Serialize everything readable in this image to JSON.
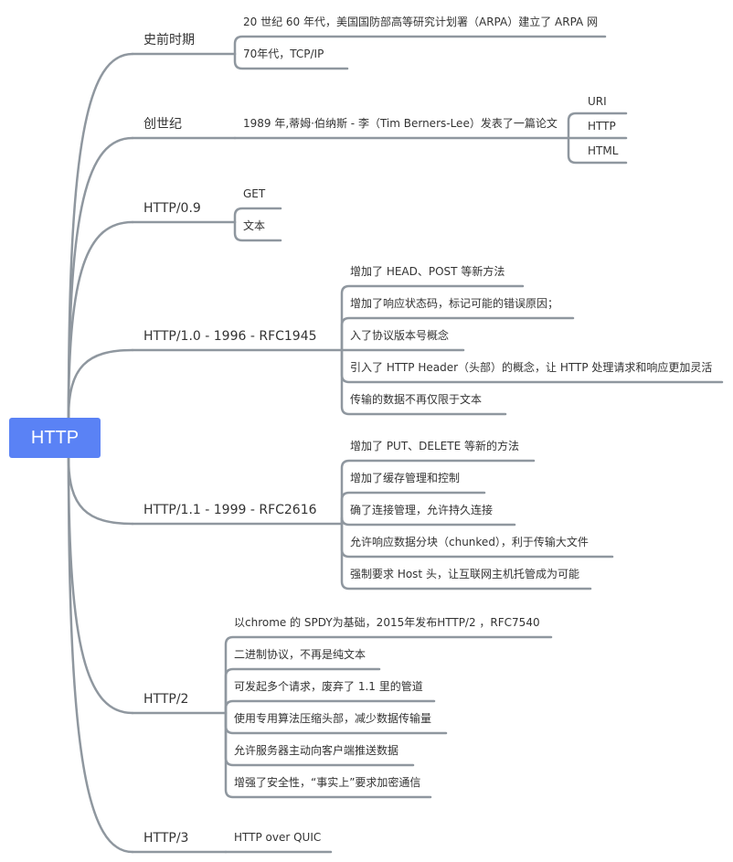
{
  "root": {
    "label": "HTTP",
    "color": "#5a82f5"
  },
  "line_color": "#8f979f",
  "branches": [
    {
      "label": "史前时期",
      "children": [
        {
          "label": "20 世纪 60 年代，美国国防部高等研究计划署（ARPA）建立了 ARPA 网",
          "children": []
        },
        {
          "label": "70年代，TCP/IP",
          "children": []
        }
      ]
    },
    {
      "label": "创世纪",
      "children": [
        {
          "label": "1989 年,蒂姆·伯纳斯 - 李（Tim Berners-Lee）发表了一篇论文",
          "children": [
            {
              "label": "URI"
            },
            {
              "label": "HTTP"
            },
            {
              "label": "HTML"
            }
          ]
        }
      ]
    },
    {
      "label": "HTTP/0.9",
      "children": [
        {
          "label": "GET",
          "children": []
        },
        {
          "label": "文本",
          "children": []
        }
      ]
    },
    {
      "label": "HTTP/1.0 - 1996 - RFC1945",
      "children": [
        {
          "label": "增加了 HEAD、POST 等新方法",
          "children": []
        },
        {
          "label": "增加了响应状态码，标记可能的错误原因；",
          "children": []
        },
        {
          "label": "入了协议版本号概念",
          "children": []
        },
        {
          "label": "引入了 HTTP Header（头部）的概念，让 HTTP 处理请求和响应更加灵活",
          "children": []
        },
        {
          "label": "传输的数据不再仅限于文本",
          "children": []
        }
      ]
    },
    {
      "label": "HTTP/1.1 - 1999 - RFC2616",
      "children": [
        {
          "label": "增加了 PUT、DELETE 等新的方法",
          "children": []
        },
        {
          "label": "增加了缓存管理和控制",
          "children": []
        },
        {
          "label": "确了连接管理，允许持久连接",
          "children": []
        },
        {
          "label": "允许响应数据分块（chunked），利于传输大文件",
          "children": []
        },
        {
          "label": "强制要求 Host 头，让互联网主机托管成为可能",
          "children": []
        }
      ]
    },
    {
      "label": "HTTP/2",
      "children": [
        {
          "label": "以chrome 的 SPDY为基础，2015年发布HTTP/2 ，RFC7540",
          "children": []
        },
        {
          "label": "二进制协议，不再是纯文本",
          "children": []
        },
        {
          "label": "可发起多个请求，废弃了 1.1 里的管道",
          "children": []
        },
        {
          "label": "使用专用算法压缩头部，减少数据传输量",
          "children": []
        },
        {
          "label": "允许服务器主动向客户端推送数据",
          "children": []
        },
        {
          "label": "增强了安全性，“事实上”要求加密通信",
          "children": []
        }
      ]
    },
    {
      "label": "HTTP/3",
      "children": [
        {
          "label": "HTTP over QUIC",
          "children": []
        }
      ]
    }
  ]
}
